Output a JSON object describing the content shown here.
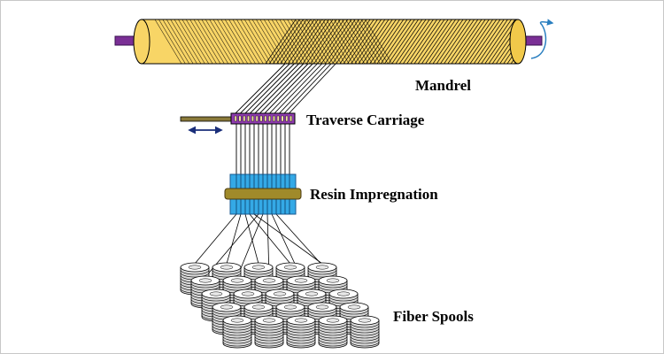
{
  "labels": {
    "mandrel": "Mandrel",
    "traverse_carriage": "Traverse Carriage",
    "resin_impregnation": "Resin Impregnation",
    "fiber_spools": "Fiber Spools"
  },
  "colors": {
    "mandrel_fill": "#f8d566",
    "mandrel_end": "#e8b830",
    "shaft": "#7a2f95",
    "carriage": "#8f3bb0",
    "carriage_rail": "#8a7a3a",
    "resin_bath": "#34a9e6",
    "resin_roller": "#a08a2a",
    "rotation_arrow": "#2a7fc0",
    "traverse_arrow": "#1a2e7a",
    "fiber": "#000000"
  }
}
